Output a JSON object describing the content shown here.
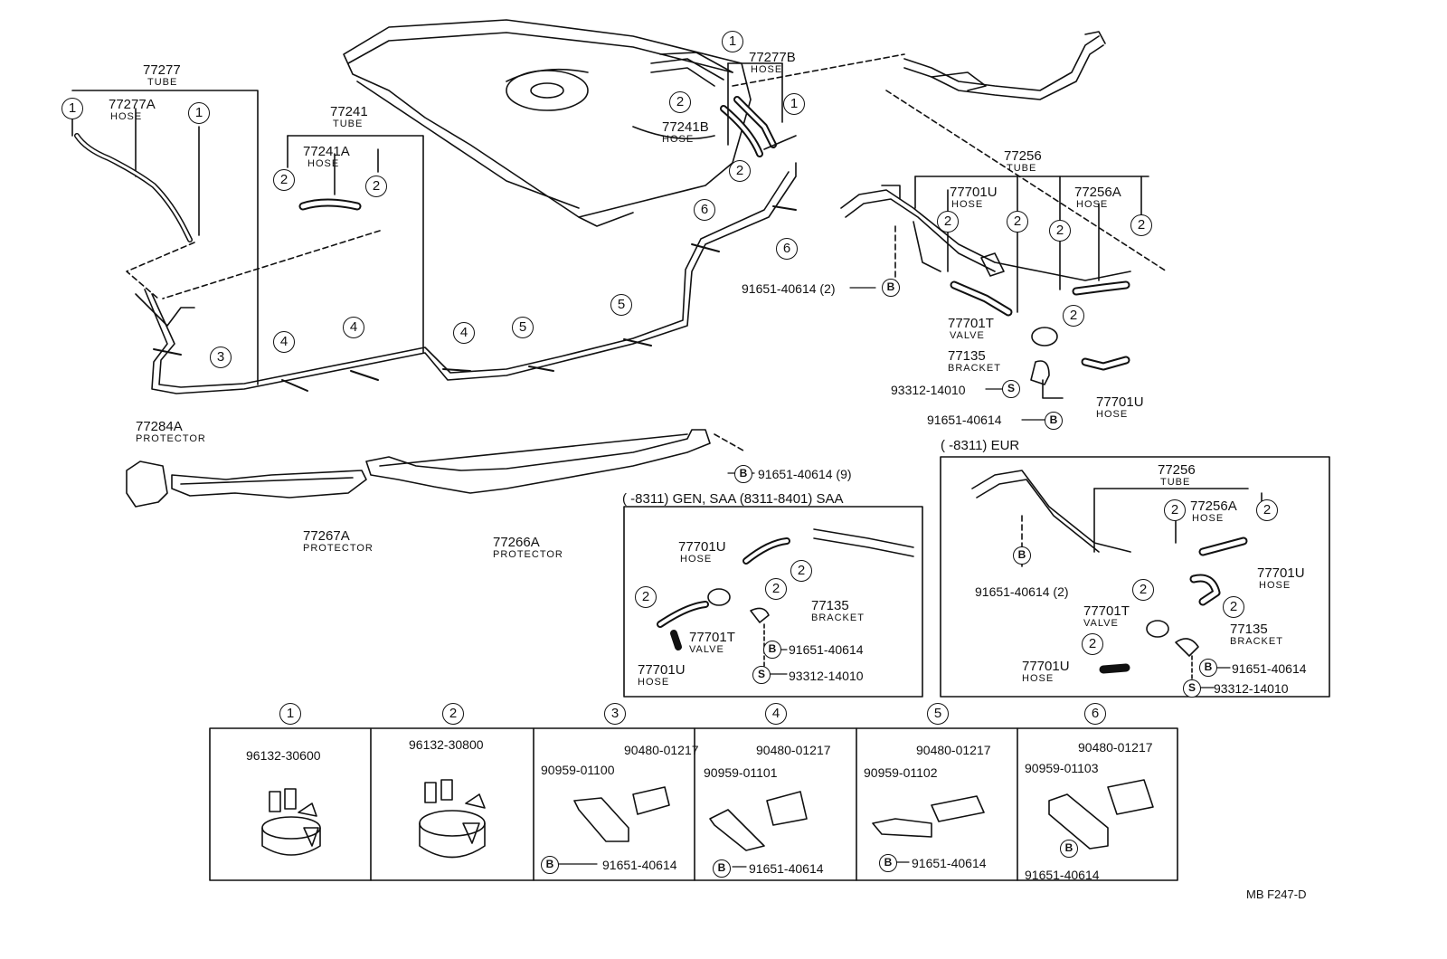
{
  "diagram_id": "MB F247-D",
  "boxes": {
    "gen_saa_title": "( -8311) GEN, SAA (8311-8401) SAA",
    "eur_title": "( -8311) EUR"
  },
  "parts": {
    "p77277": {
      "num": "77277",
      "type": "TUBE"
    },
    "p77277A": {
      "num": "77277A",
      "type": "HOSE"
    },
    "p77241": {
      "num": "77241",
      "type": "TUBE"
    },
    "p77241A": {
      "num": "77241A",
      "type": "HOSE"
    },
    "p77277B": {
      "num": "77277B",
      "type": "HOSE"
    },
    "p77241B": {
      "num": "77241B",
      "type": "HOSE"
    },
    "p77256": {
      "num": "77256",
      "type": "TUBE"
    },
    "p77701U": {
      "num": "77701U",
      "type": "HOSE"
    },
    "p77256A": {
      "num": "77256A",
      "type": "HOSE"
    },
    "p77701T": {
      "num": "77701T",
      "type": "VALVE"
    },
    "p77135": {
      "num": "77135",
      "type": "BRACKET"
    },
    "p77284A": {
      "num": "77284A",
      "type": "PROTECTOR"
    },
    "p77267A": {
      "num": "77267A",
      "type": "PROTECTOR"
    },
    "p77266A": {
      "num": "77266A",
      "type": "PROTECTOR"
    }
  },
  "codes": {
    "bolt_2": "91651-40614 (2)",
    "bolt_9": "91651-40614 (9)",
    "bolt": "91651-40614",
    "screw": "93312-14010"
  },
  "legend": [
    {
      "ref": "1",
      "part": "96132-30600"
    },
    {
      "ref": "2",
      "part": "96132-30800"
    },
    {
      "ref": "3",
      "clamp": "90480-01217",
      "bracket": "90959-01100",
      "bolt": "91651-40614"
    },
    {
      "ref": "4",
      "clamp": "90480-01217",
      "bracket": "90959-01101",
      "bolt": "91651-40614"
    },
    {
      "ref": "5",
      "clamp": "90480-01217",
      "bracket": "90959-01102",
      "bolt": "91651-40614"
    },
    {
      "ref": "6",
      "clamp": "90480-01217",
      "bracket": "90959-01103",
      "bolt": "91651-40614"
    }
  ],
  "symbols": {
    "r1": "1",
    "r2": "2",
    "r3": "3",
    "r4": "4",
    "r5": "5",
    "r6": "6",
    "B": "B",
    "S": "S"
  }
}
